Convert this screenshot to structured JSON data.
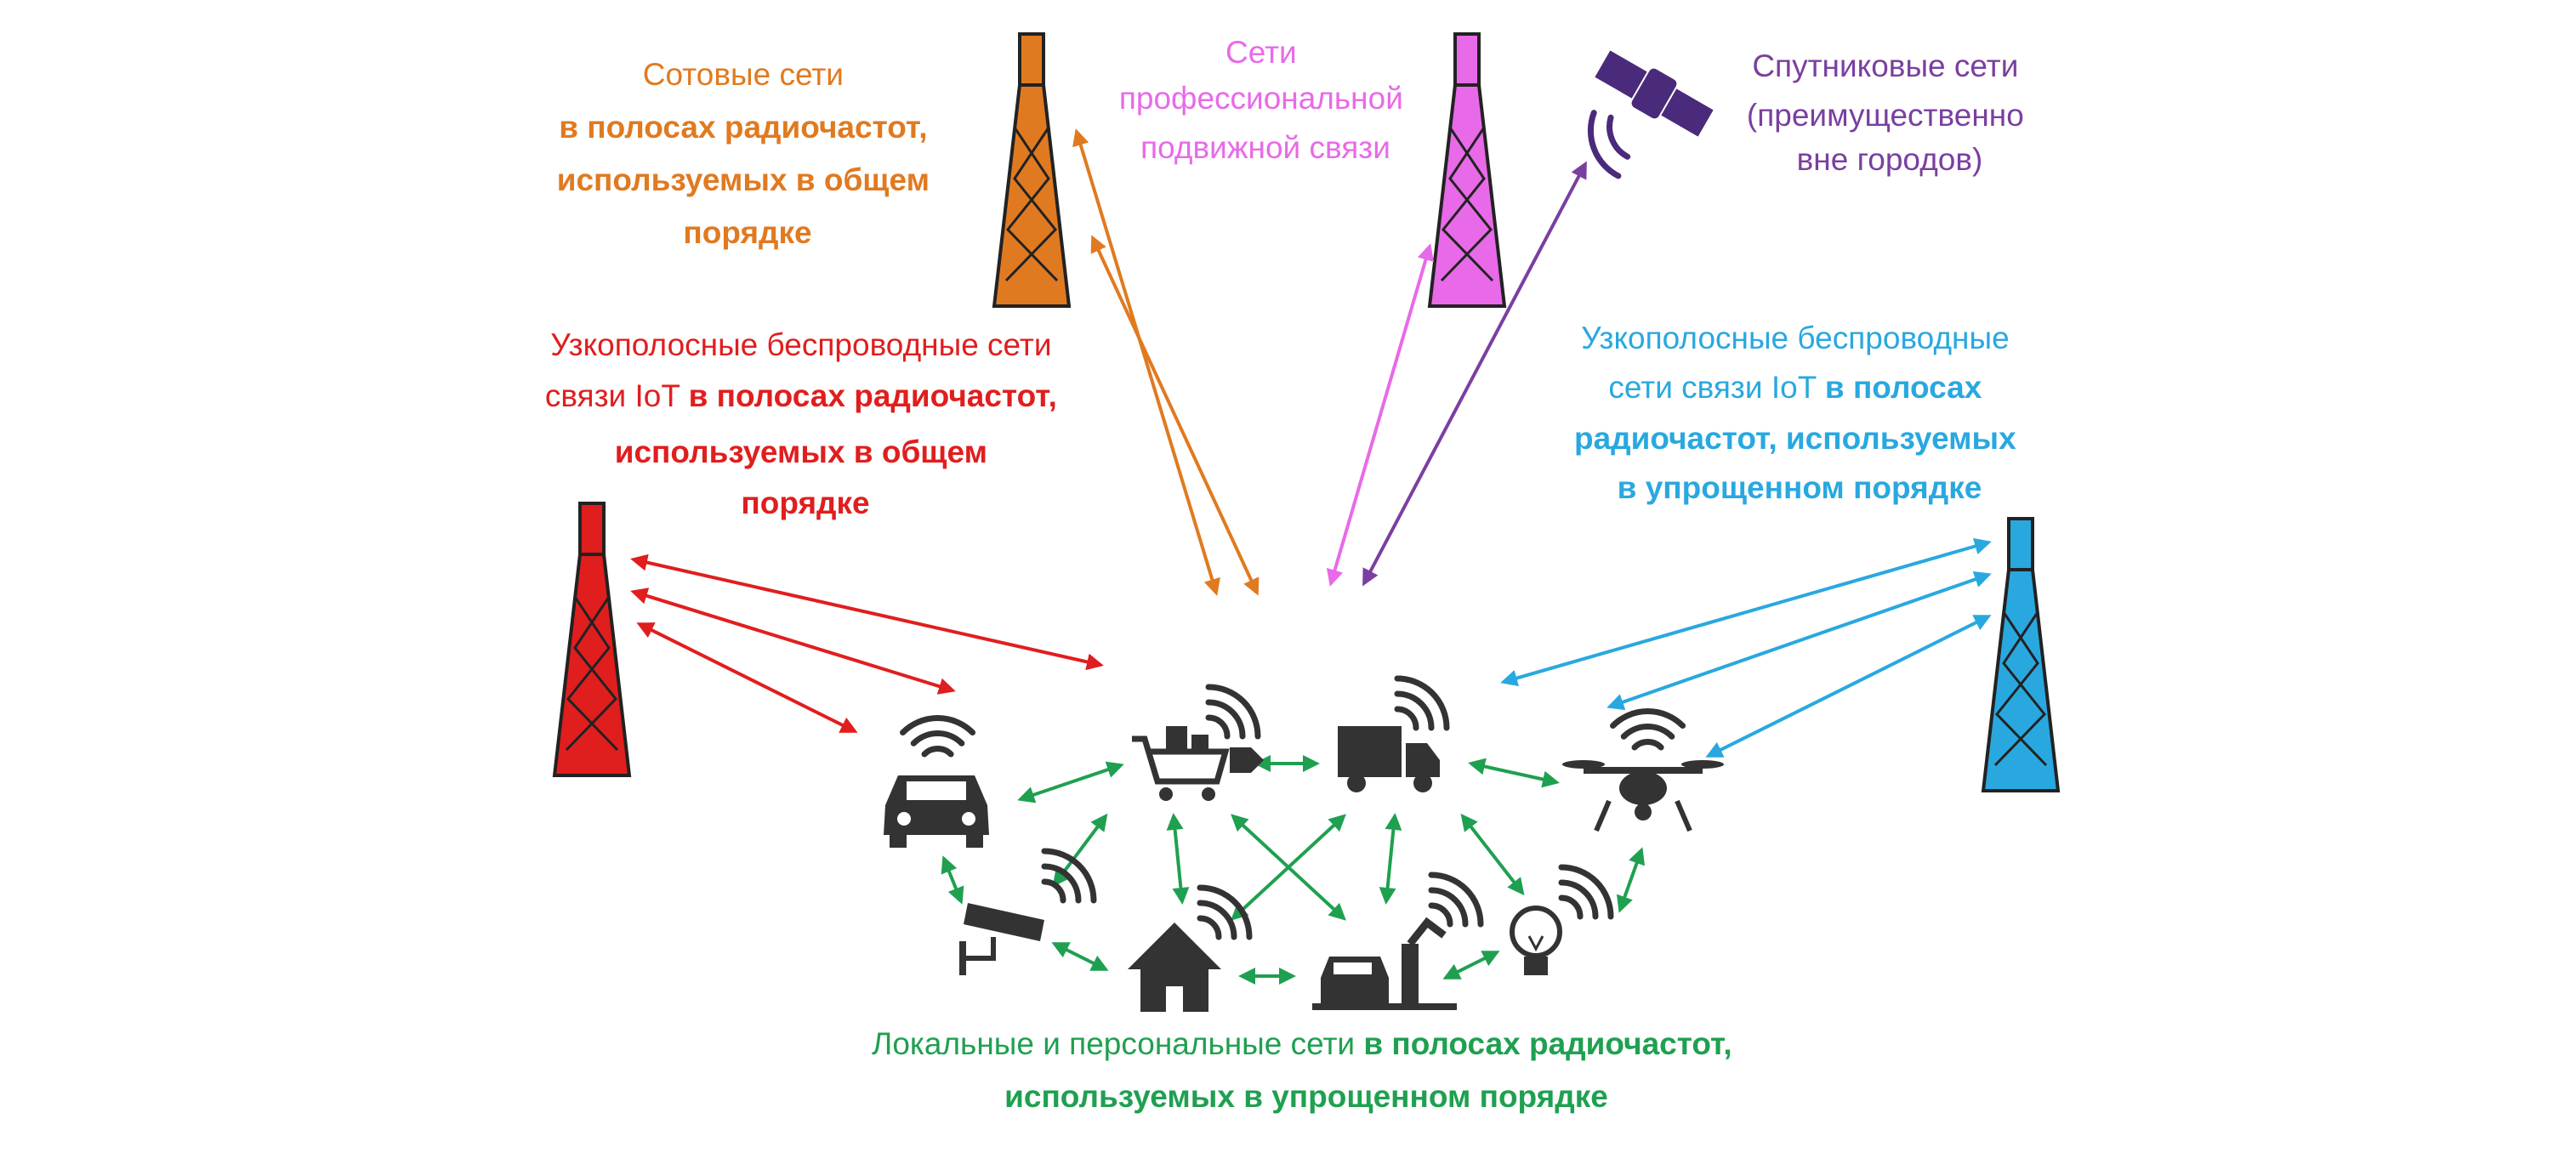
{
  "colors": {
    "cellular": "#e07a20",
    "professional": "#e86ae8",
    "satellite": "#7a3fa0",
    "iot_general": "#e01e1e",
    "iot_simplified": "#29a8e0",
    "local": "#1fa050",
    "device": "#333333"
  },
  "labels": {
    "cellular": {
      "l1": "Сотовые сети",
      "l2": "в полосах радиочастот,",
      "l3": "используемых в общем",
      "l4": "порядке"
    },
    "professional": {
      "l1": "Сети",
      "l2": "профессиональной",
      "l3": "подвижной связи"
    },
    "satellite": {
      "l1": "Спутниковые сети",
      "l2": "(преимущественно",
      "l3": "вне городов)"
    },
    "iot_general": {
      "l1": "Узкополосные беспроводные сети",
      "l2a": "связи IoT ",
      "l2b": "в полосах радиочастот,",
      "l3": "используемых в общем",
      "l4": "порядке"
    },
    "iot_simplified": {
      "l1": "Узкополосные беспроводные",
      "l2a": "сети связи IoT ",
      "l2b": "в полосах",
      "l3": "радиочастот, используемых",
      "l4": "в упрощенном порядке"
    },
    "local": {
      "l1a": "Локальные и персональные сети ",
      "l1b": "в полосах радиочастот,",
      "l2": "используемых в упрощенном порядке"
    }
  },
  "icons": [
    "cell-tower-icon",
    "satellite-icon",
    "car-icon",
    "shopping-cart-icon",
    "truck-icon",
    "drone-icon",
    "security-camera-icon",
    "house-icon",
    "factory-robot-icon",
    "light-bulb-icon",
    "wifi-icon"
  ]
}
